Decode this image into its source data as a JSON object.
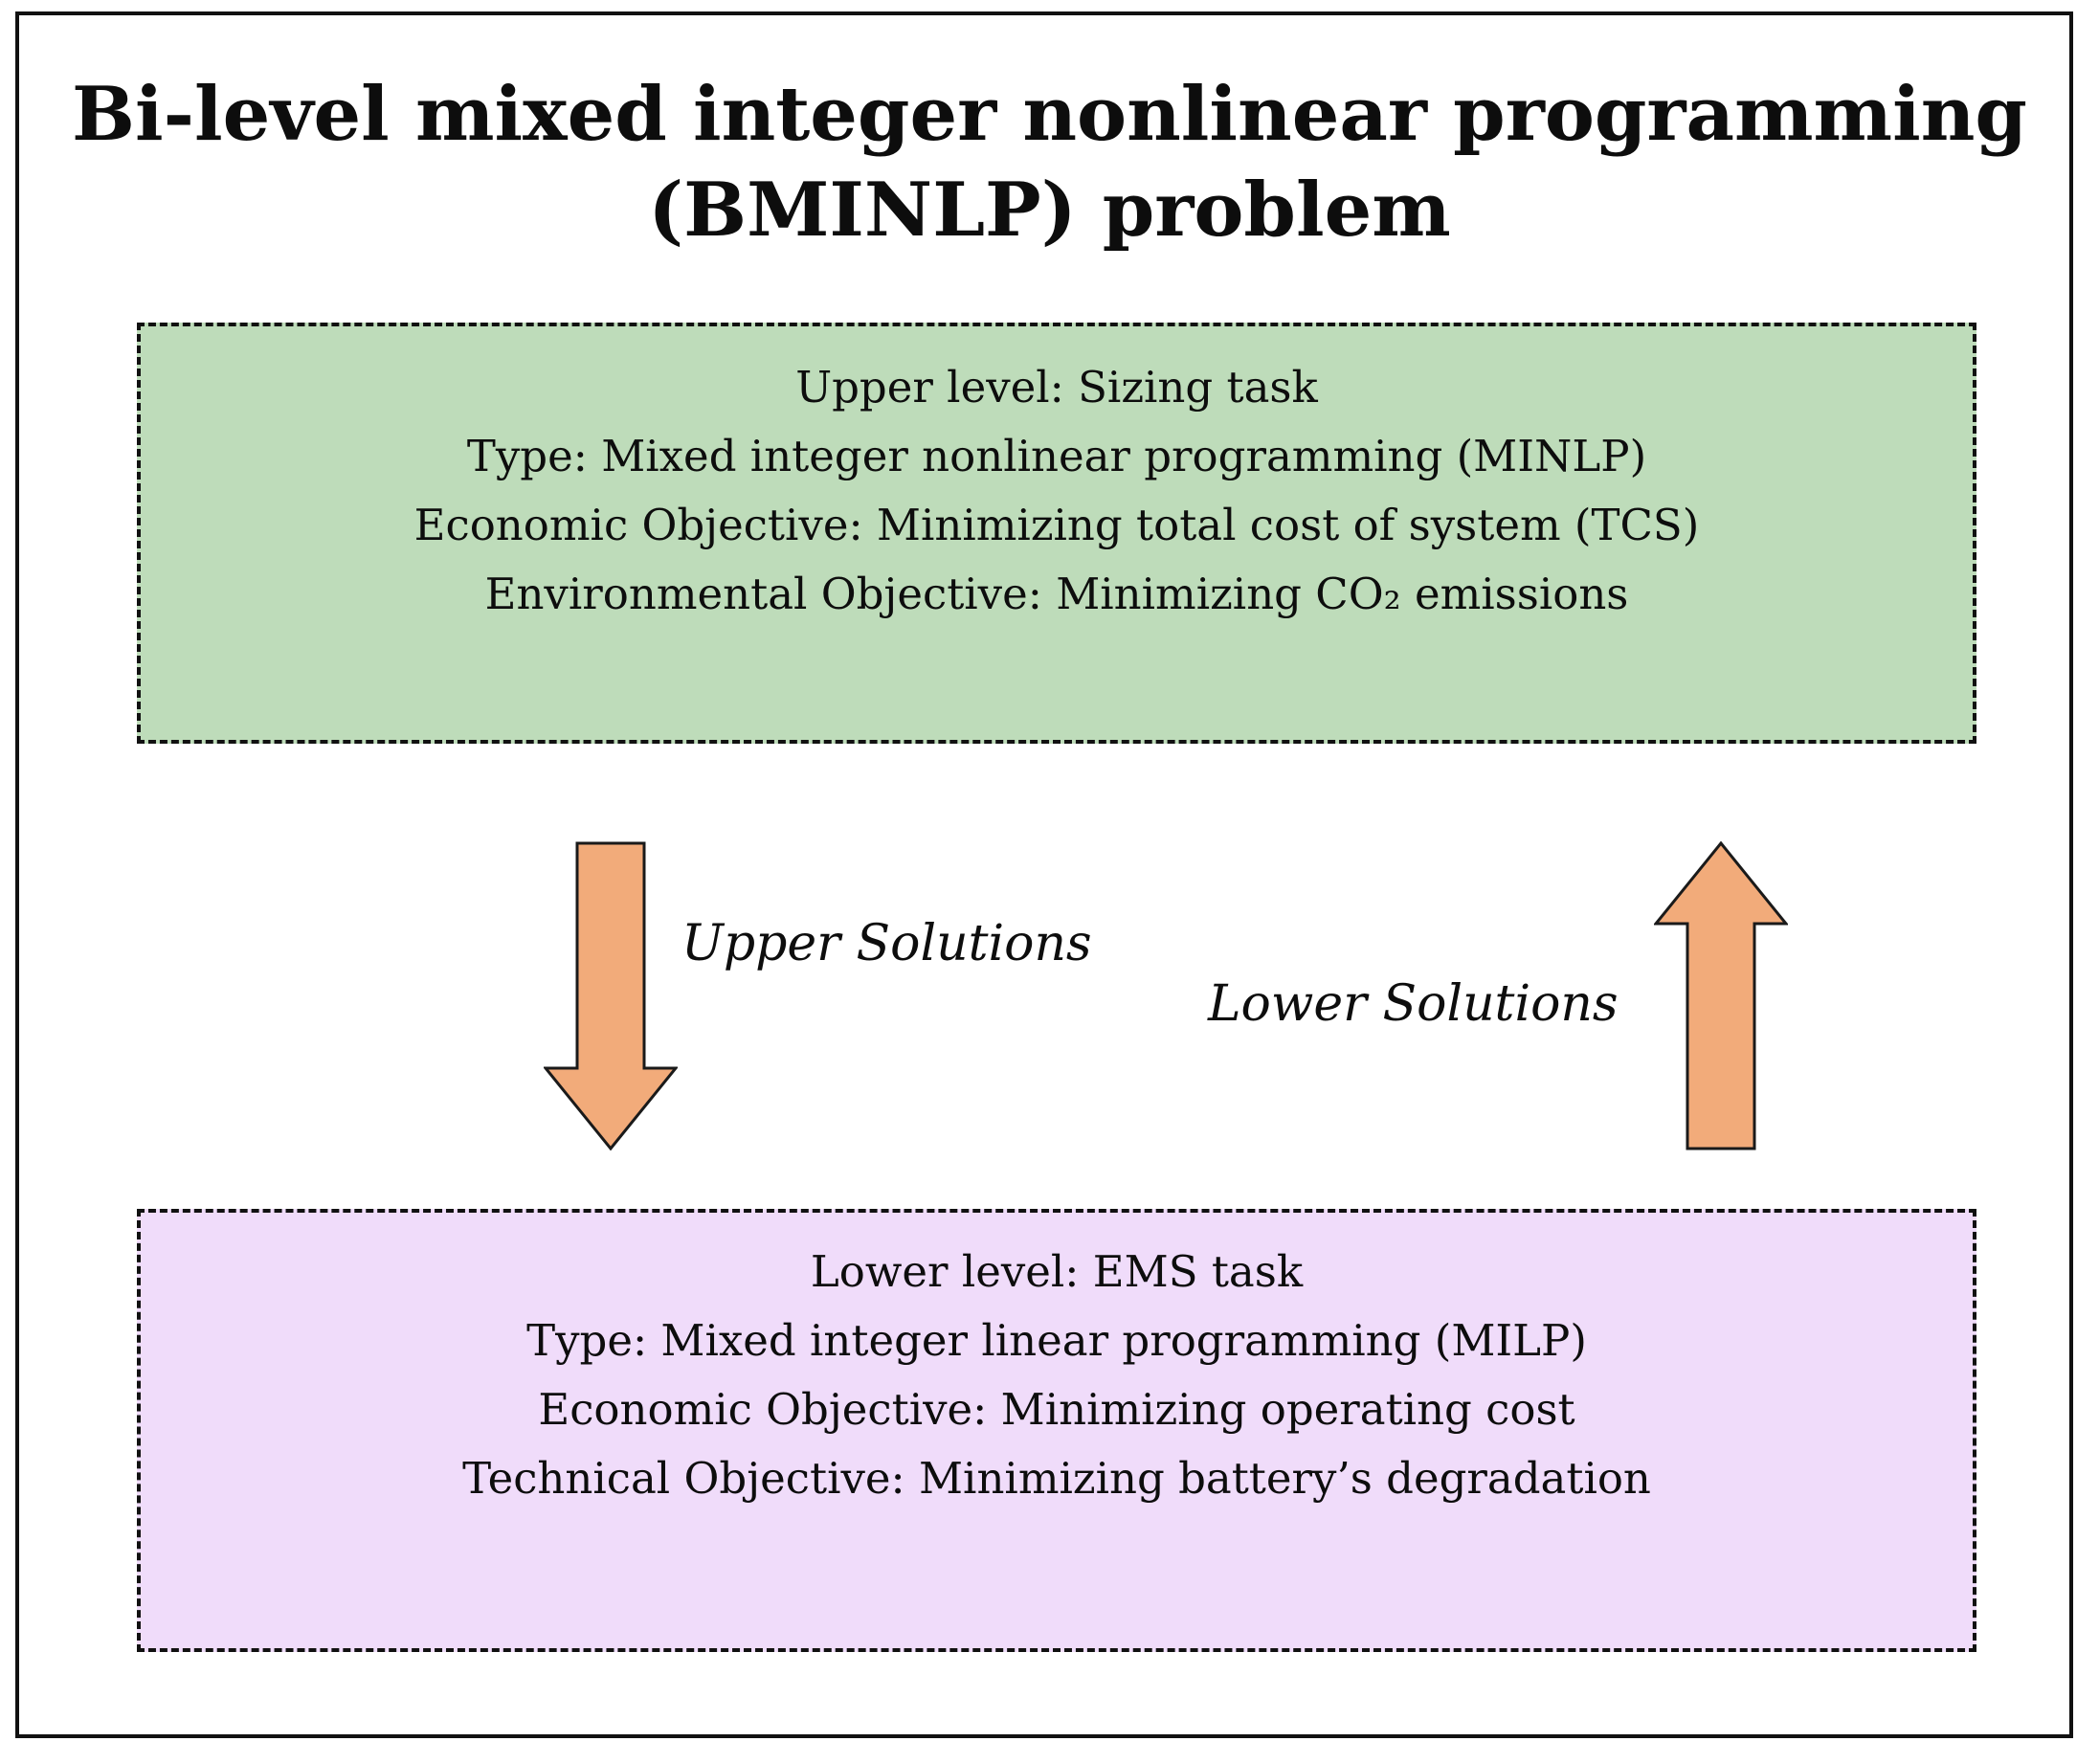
{
  "figure": {
    "title_line1": "Bi-level mixed integer nonlinear programming",
    "title_line2": "(BMINLP) problem",
    "upper_box": {
      "fill_color": "#bedcba",
      "border_color": "#111111",
      "lines": [
        "Upper level: Sizing task",
        "Type: Mixed integer nonlinear programming (MINLP)",
        "Economic Objective: Minimizing total cost of system (TCS)",
        "Environmental Objective: Minimizing CO₂ emissions"
      ]
    },
    "lower_box": {
      "fill_color": "#f0dcfa",
      "border_color": "#111111",
      "lines": [
        "Lower level: EMS task",
        "Type: Mixed integer linear programming (MILP)",
        "Economic Objective: Minimizing operating cost",
        "Technical Objective: Minimizing battery’s degradation"
      ]
    },
    "arrows": {
      "down_label": "Upper Solutions",
      "up_label": "Lower Solutions",
      "fill_color": "#f2ab7a",
      "outline_color": "#1a1a1a"
    },
    "outer_border_color": "#111111"
  }
}
